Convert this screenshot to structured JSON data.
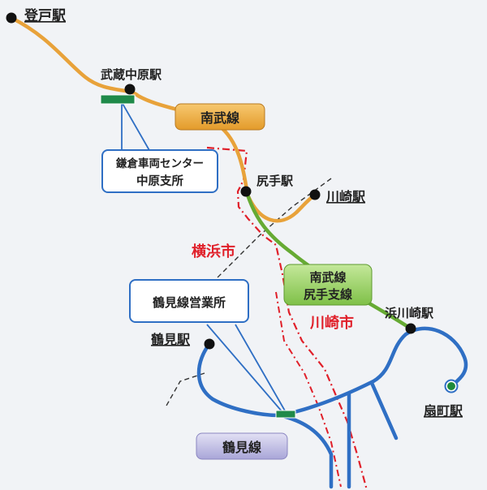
{
  "stations": {
    "noborito": "登戸駅",
    "musashi_nakahara": "武蔵中原駅",
    "shitte": "尻手駅",
    "kawasaki": "川崎駅",
    "hama_kawasaki": "浜川崎駅",
    "tsurumi": "鶴見駅",
    "ogimachi": "扇町駅"
  },
  "lines": {
    "nambu": "南武線",
    "nambu_branch_line1": "南武線",
    "nambu_branch_line2": "尻手支線",
    "tsurumi": "鶴見線"
  },
  "facilities": {
    "kamakura_line1": "鎌倉車両センター",
    "kamakura_line2": "中原支所",
    "tsurumi_office": "鶴見線営業所"
  },
  "cities": {
    "yokohama": "横浜市",
    "kawasaki": "川崎市"
  },
  "colors": {
    "nambu_line": "#e8a23a",
    "nambu_branch_line": "#66aa33",
    "tsurumi_line": "#2f6fc4",
    "city_border": "#e0202a",
    "background": "#f1f3f6"
  }
}
